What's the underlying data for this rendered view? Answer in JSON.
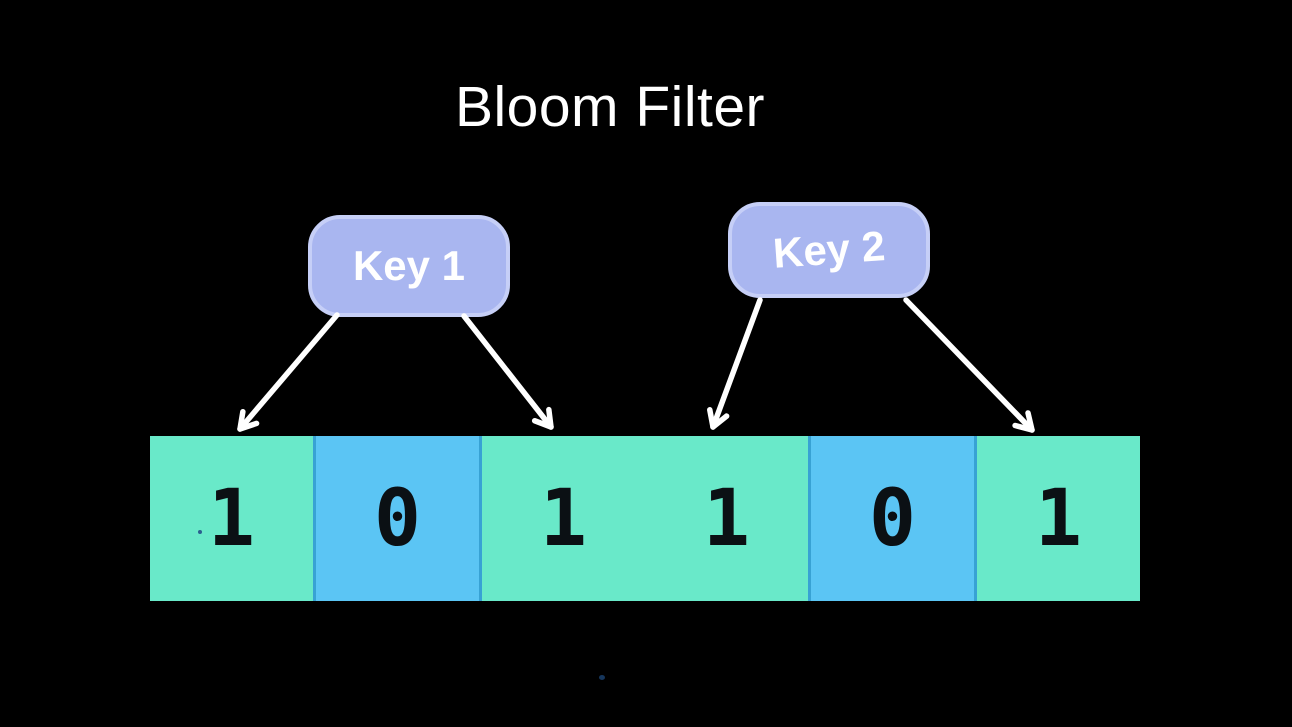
{
  "title": "Bloom Filter",
  "keys": [
    {
      "label": "Key 1"
    },
    {
      "label": "Key 2"
    }
  ],
  "bit_array": {
    "cells": [
      {
        "value": "1",
        "color": "teal"
      },
      {
        "value": "0",
        "color": "blue"
      },
      {
        "value": "1",
        "color": "teal"
      },
      {
        "value": "1",
        "color": "teal"
      },
      {
        "value": "0",
        "color": "blue"
      },
      {
        "value": "1",
        "color": "teal"
      }
    ]
  },
  "arrows": [
    {
      "from": "key-1",
      "to": "cell-1"
    },
    {
      "from": "key-1",
      "to": "cell-3"
    },
    {
      "from": "key-2",
      "to": "cell-4"
    },
    {
      "from": "key-2",
      "to": "cell-6"
    }
  ],
  "colors": {
    "background": "#000000",
    "title_text": "#FFFFFF",
    "key_fill": "#A9B6F0",
    "key_border": "#C6CFF7",
    "key_text": "#FFFFFF",
    "teal_cell": "#69E9C9",
    "blue_cell": "#5BC5F4",
    "cell_divider": "#38A2D4",
    "digit": "#0B1014",
    "arrow": "#FFFFFF"
  }
}
